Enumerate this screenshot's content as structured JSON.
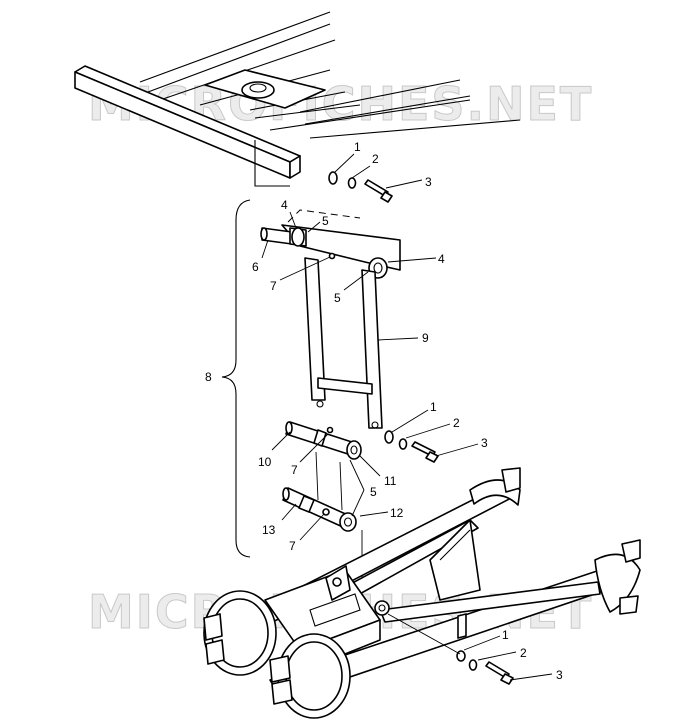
{
  "watermark": "MICROFICHES.NET",
  "callouts": {
    "top_1": "1",
    "top_2": "2",
    "top_3": "3",
    "mid_4a": "4",
    "mid_5a": "5",
    "mid_6": "6",
    "mid_7a": "7",
    "mid_4b": "4",
    "mid_5b": "5",
    "mid_9": "9",
    "mid_8": "8",
    "mid_1": "1",
    "mid_2": "2",
    "mid_3": "3",
    "mid_10": "10",
    "mid_7b": "7",
    "mid_11": "11",
    "mid_5c": "5",
    "mid_13": "13",
    "mid_12": "12",
    "mid_7c": "7",
    "bot_1": "1",
    "bot_2": "2",
    "bot_3": "3"
  }
}
